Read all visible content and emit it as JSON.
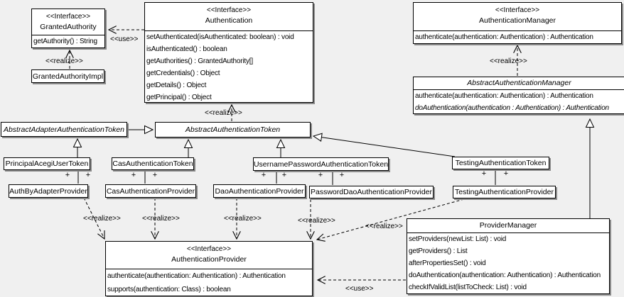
{
  "colors": {
    "background": "#f0f0f0",
    "box_fill": "#ffffff",
    "line": "#000000",
    "shadow": "#8a8a8a"
  },
  "labels": {
    "use": "<<use>>",
    "realize": "<<realize>>",
    "plus": "+"
  },
  "classes": {
    "granted_authority": {
      "stereotype": "<<Interface>>",
      "name": "GrantedAuthority",
      "methods": [
        "getAuthority() : String"
      ]
    },
    "granted_authority_impl": {
      "name": "GrantedAuthorityImpl"
    },
    "authentication": {
      "stereotype": "<<Interface>>",
      "name": "Authentication",
      "methods": [
        "setAuthenticated(isAuthenticated: boolean) : void",
        "isAuthenticated() : boolean",
        "getAuthorities() : GrantedAuthority[]",
        "getCredentials() : Object",
        "getDetails() : Object",
        "getPrincipal() : Object"
      ]
    },
    "authentication_manager": {
      "stereotype": "<<Interface>>",
      "name": "AuthenticationManager",
      "methods": [
        "authenticate(authentication: Authentication) : Authentication"
      ]
    },
    "abstract_authentication_manager": {
      "name": "AbstractAuthenticationManager",
      "methods": [
        "authenticate(authentication: Authentication) : Authentication",
        "doAuthentication(authentication : Authentication) : Authentication"
      ]
    },
    "abstract_adapter_authentication_token": {
      "name": "AbstractAdapterAuthenticationToken"
    },
    "abstract_authentication_token": {
      "name": "AbstractAuthenticationToken"
    },
    "principal_acegi_user_token": {
      "name": "PrincipalAcegiUserToken"
    },
    "cas_authentication_token": {
      "name": "CasAuthenticationToken"
    },
    "username_password_authentication_token": {
      "name": "UsernamePasswordAuthenticationToken"
    },
    "testing_authentication_token": {
      "name": "TestingAuthenticationToken"
    },
    "auth_by_adapter_provider": {
      "name": "AuthByAdapterProvider"
    },
    "cas_authentication_provider": {
      "name": "CasAuthenticationProvider"
    },
    "dao_authentication_provider": {
      "name": "DaoAuthenticationProvider"
    },
    "password_dao_authentication_provider": {
      "name": "PasswordDaoAuthenticationProvider"
    },
    "testing_authentication_provider": {
      "name": "TestingAuthenticationProvider"
    },
    "authentication_provider": {
      "stereotype": "<<Interface>>",
      "name": "AuthenticationProvider",
      "methods": [
        "authenticate(authentication: Authentication) : Authentication",
        "supports(authentication: Class) : boolean"
      ]
    },
    "provider_manager": {
      "name": "ProviderManager",
      "methods": [
        "setProviders(newList: List) : void",
        "getProviders() : List",
        "afterPropertiesSet() : void",
        "doAuthentication(authentication: Authentication) : Authentication",
        "checkIfValidList(listToCheck: List) : void"
      ]
    }
  }
}
